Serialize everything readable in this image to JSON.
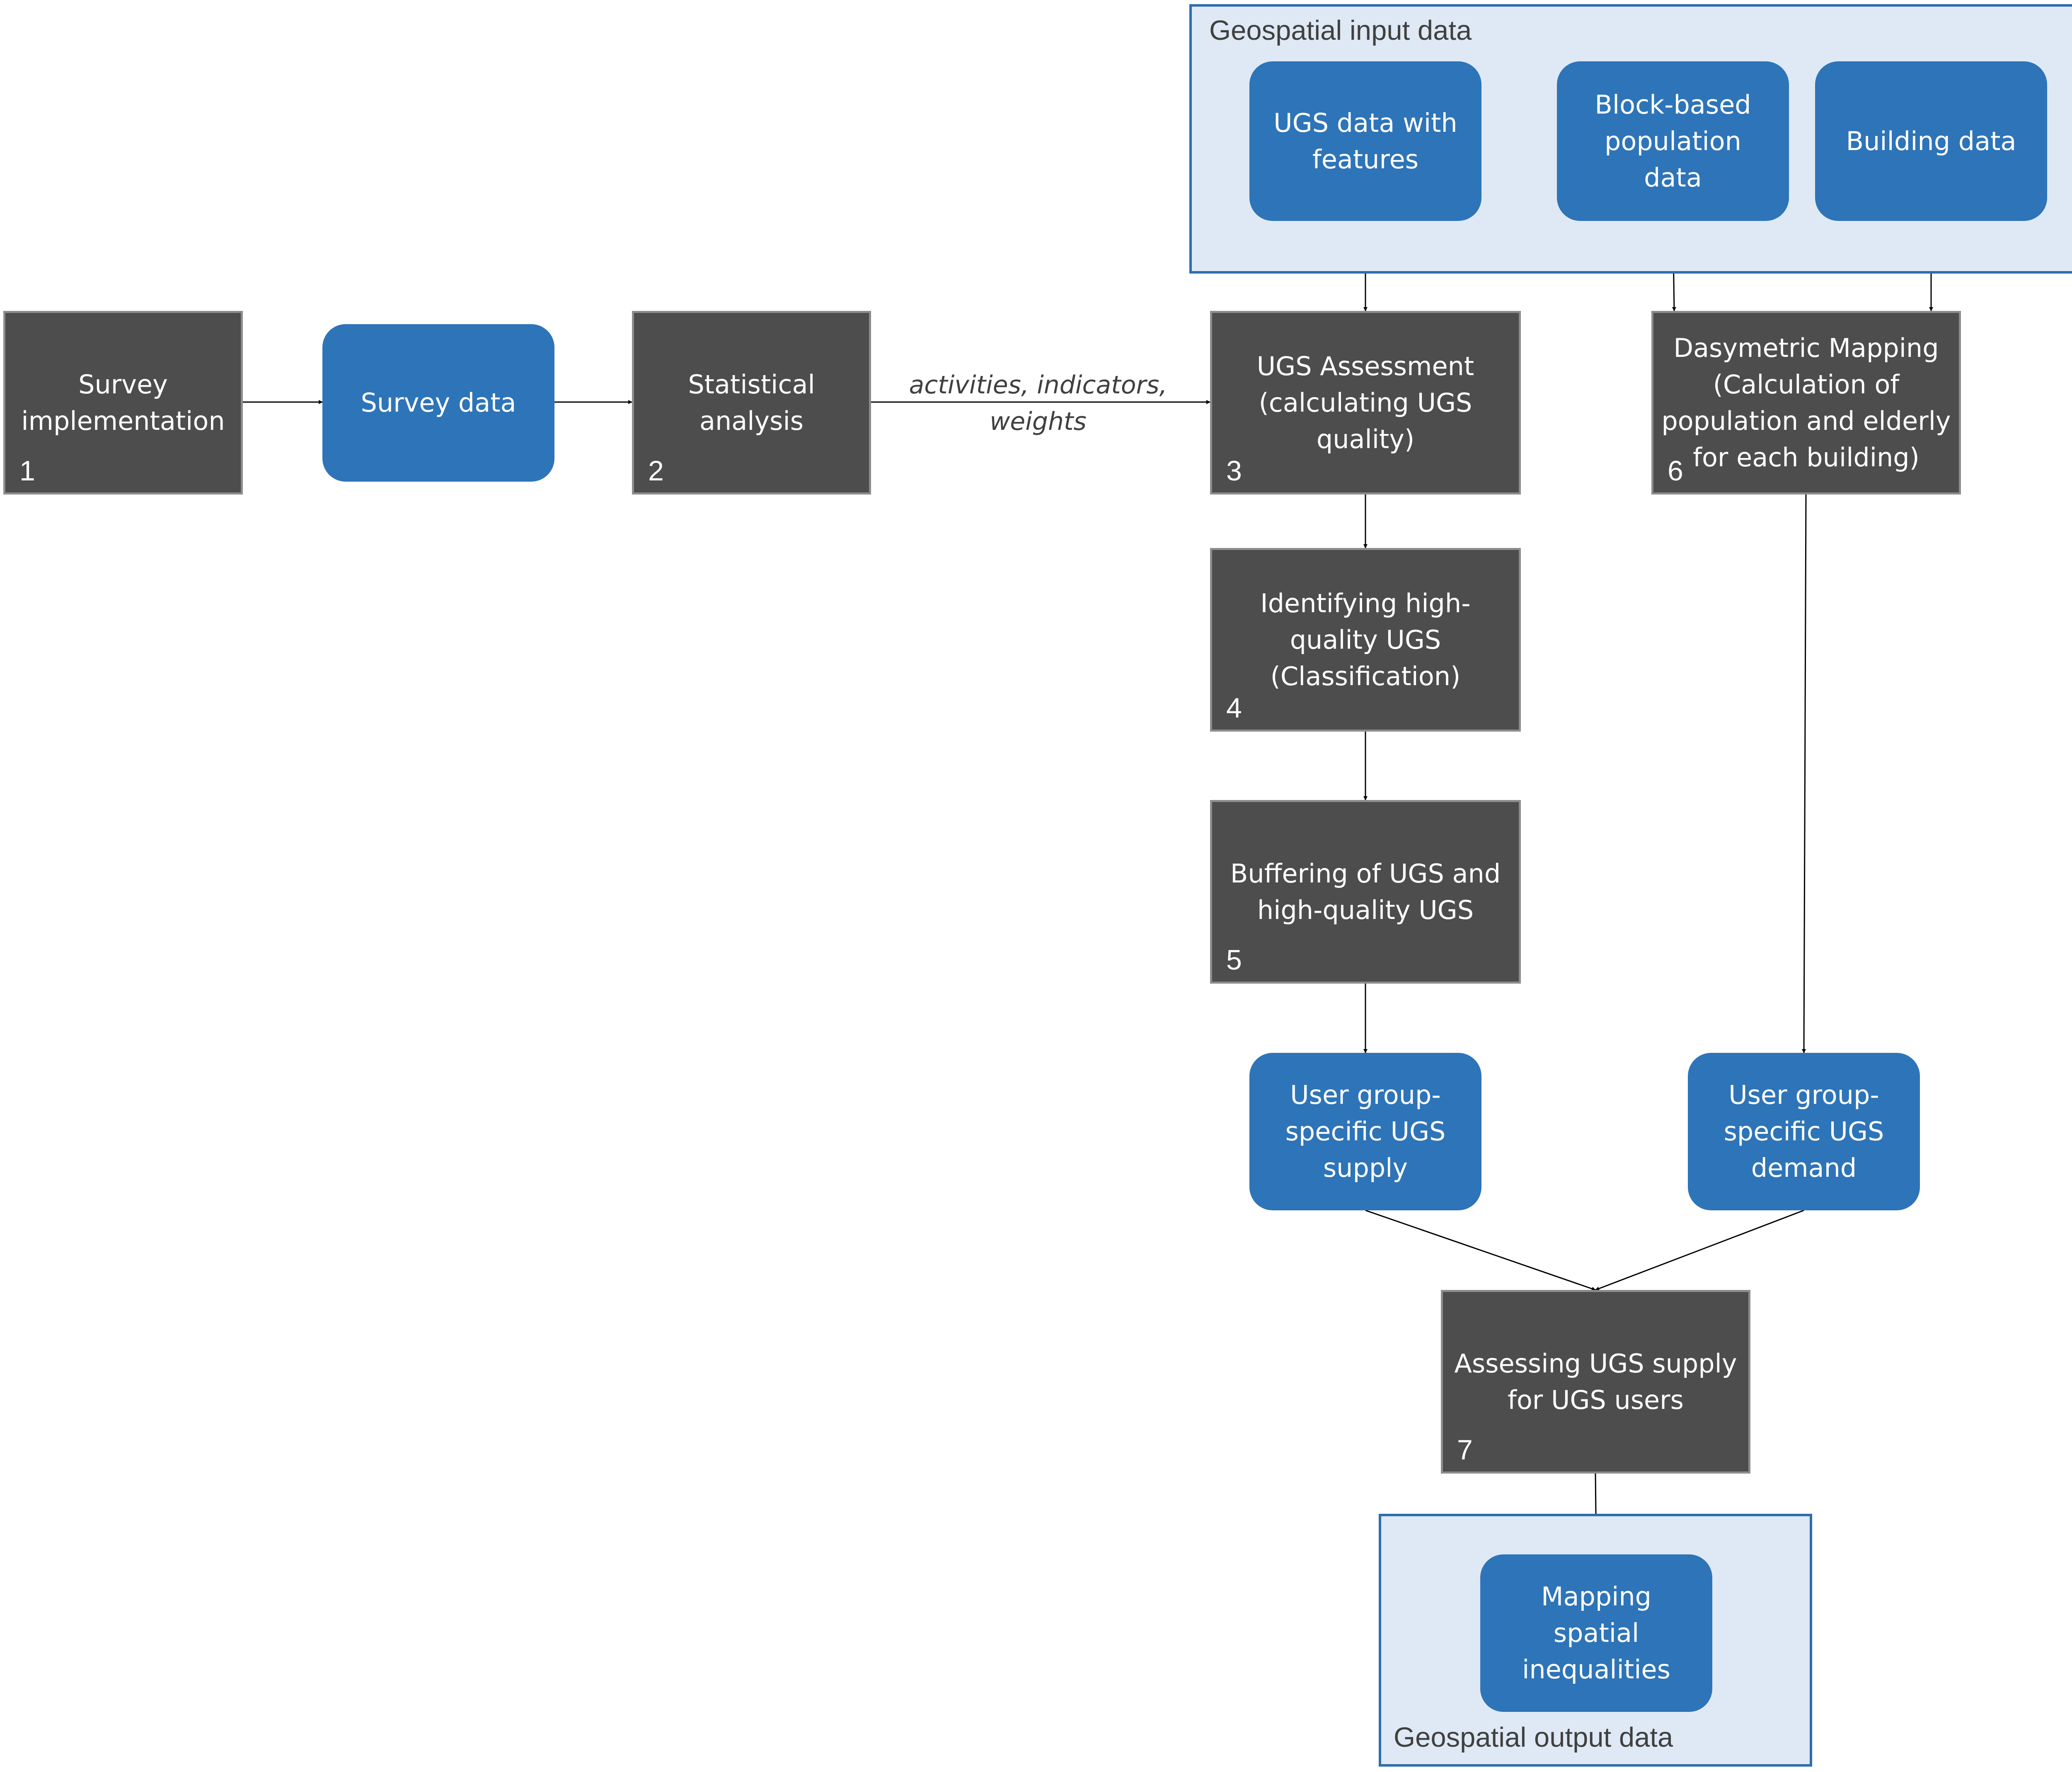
{
  "groups": {
    "input_title": "Geospatial input data",
    "output_title": "Geospatial output data"
  },
  "steps": {
    "survey_implementation": {
      "label": "Survey\nimplementation",
      "num": "1"
    },
    "statistical_analysis": {
      "label": "Statistical\nanalysis",
      "num": "2"
    },
    "ugs_assessment": {
      "label": "UGS Assessment\n(calculating UGS\nquality)",
      "num": "3"
    },
    "identifying_high_quality": {
      "label": "Identifying high-\nquality UGS\n(Classification)",
      "num": "4"
    },
    "buffering": {
      "label": "Buffering of UGS and\nhigh-quality UGS",
      "num": "5"
    },
    "dasymetric_mapping": {
      "label": "Dasymetric Mapping\n(Calculation of\npopulation and elderly\nfor each building)",
      "num": "6"
    },
    "assessing_supply": {
      "label": "Assessing UGS supply\nfor UGS users",
      "num": "7"
    }
  },
  "datasets": {
    "survey_data": "Survey data",
    "ugs_features": "UGS data with\nfeatures",
    "block_population": "Block-based\npopulation\ndata",
    "building_data": "Building data",
    "user_supply": "User group-\nspecific UGS\nsupply",
    "user_demand": "User group-\nspecific UGS\ndemand",
    "mapping_inequalities": "Mapping\nspatial\ninequalities"
  },
  "edge_labels": {
    "statistical_to_assessment": "activities, indicators,\nweights"
  },
  "colors": {
    "process_fill": "#4d4d4d",
    "process_border": "#8c8c8c",
    "data_fill": "#2e74b8",
    "group_fill": "#dfe9f5",
    "group_border": "#2f6eae",
    "connector": "#000000"
  }
}
